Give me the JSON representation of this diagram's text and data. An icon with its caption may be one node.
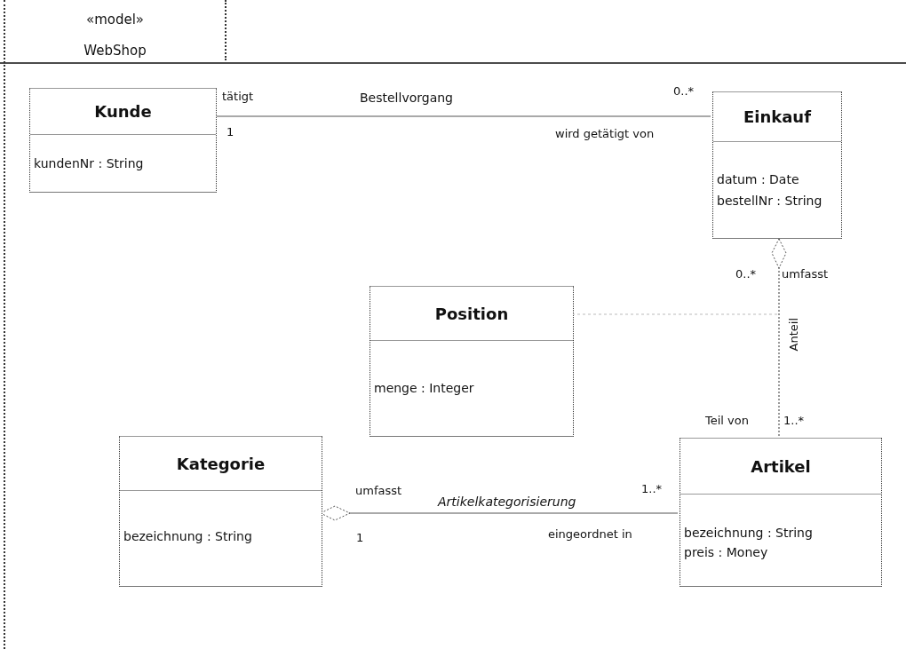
{
  "diagram": {
    "nodes": [
      {
        "text": [
          "«model»",
          "WebShop"
        ]
      },
      {
        "text": [
          "Kunde",
          "kundenNr : String"
        ],
        "in": 0
      },
      {
        "text": [
          "Einkauf",
          "datum : Date",
          "bestellNr : String"
        ],
        "in": 0
      },
      {
        "text": [
          "Position",
          "menge : Integer"
        ],
        "in": 0
      },
      {
        "text": [
          "Kategorie",
          "bezeichnung : String"
        ],
        "in": 0
      },
      {
        "text": [
          "Artikel",
          "bezeichnung : String",
          "preis : Money"
        ],
        "in": 0
      }
    ],
    "edges": [
      {
        "from": 1,
        "to": 2,
        "arrow": "none",
        "label": "Bestellvorgang"
      },
      {
        "from": 2,
        "to": 5,
        "arrow": "other",
        "style": "dashed"
      },
      {
        "from": 3,
        "to": null,
        "arrow": "none",
        "style": "dashed",
        "color": "#bbbbbb"
      },
      {
        "from": 4,
        "to": 5,
        "arrow": "other",
        "label": "Artikelkategorisierung"
      }
    ],
    "labels": [
      "tätigt",
      "0..*",
      "1",
      "wird getätigt von",
      "0..*",
      "umfasst",
      "Anteil",
      "Teil von",
      "1..*",
      "umfasst",
      "1..*",
      "1",
      "eingeordnet in"
    ]
  }
}
